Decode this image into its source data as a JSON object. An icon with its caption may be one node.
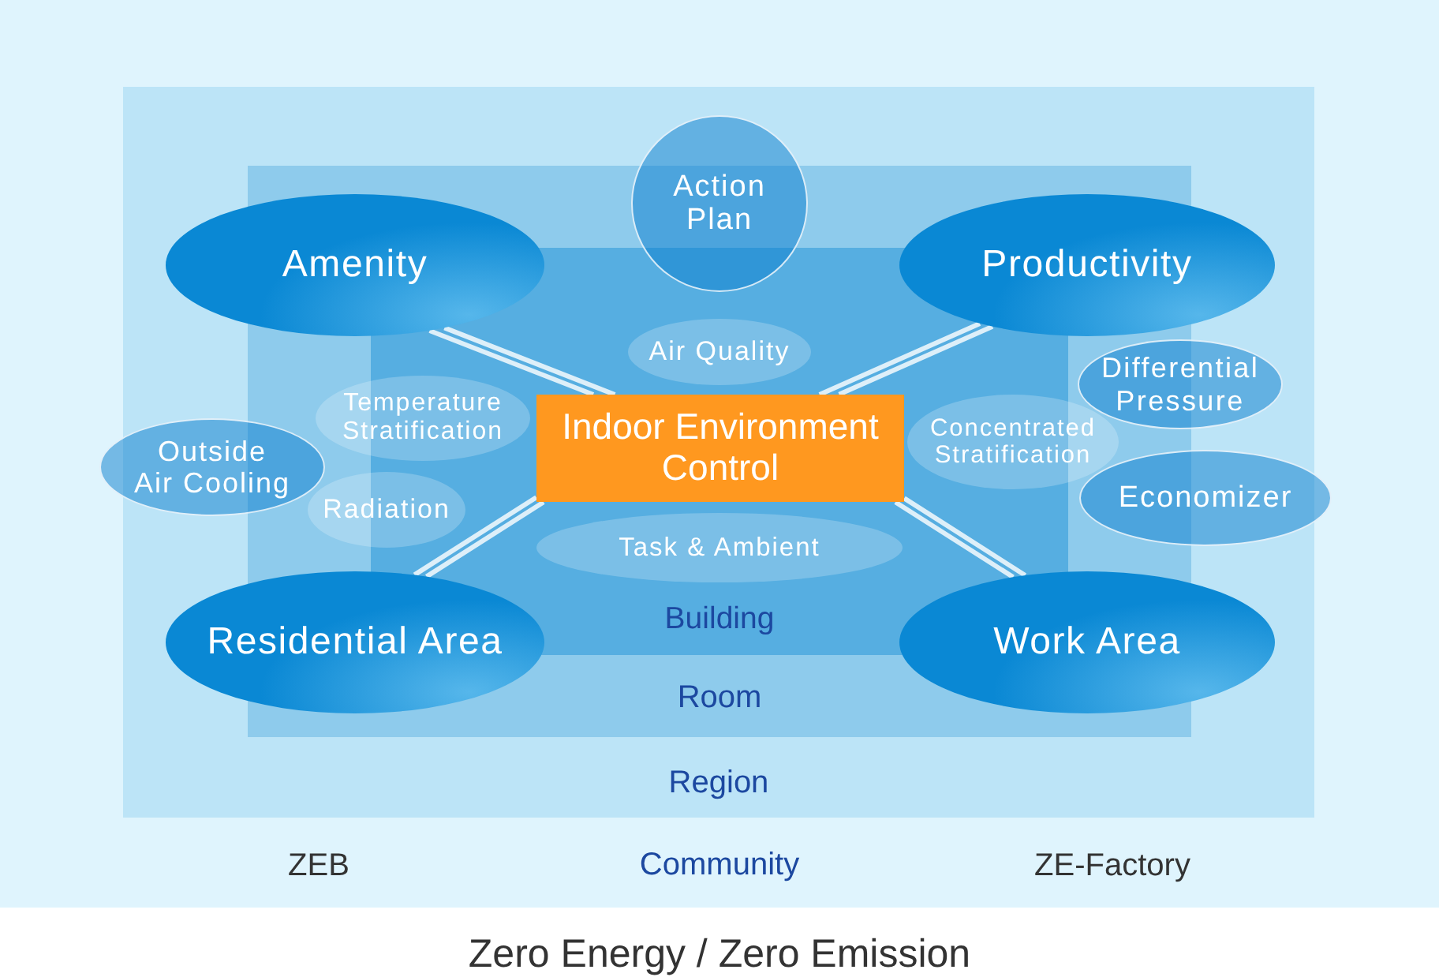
{
  "diagram": {
    "caption": "Zero Energy / Zero Emission",
    "nodes": [
      {
        "text": [
          "Community"
        ]
      },
      {
        "text": [
          "Region"
        ],
        "in": 0
      },
      {
        "text": [
          "Room"
        ],
        "in": 1
      },
      {
        "text": [
          "Building"
        ],
        "in": 2
      },
      {
        "text": [
          "Action Plan"
        ],
        "in": 1
      },
      {
        "text": [
          "Amenity"
        ],
        "in": 1
      },
      {
        "text": [
          "Productivity"
        ],
        "in": 1
      },
      {
        "text": [
          "Air Quality"
        ],
        "in": 3
      },
      {
        "text": [
          "Temperature Stratification"
        ],
        "in": 2
      },
      {
        "text": [
          "Indoor Environment Control"
        ],
        "in": 3
      },
      {
        "text": [
          "Concentrated Stratification"
        ],
        "in": 2
      },
      {
        "text": [
          "Differential Pressure"
        ],
        "in": 1
      },
      {
        "text": [
          "Outside Air Cooling"
        ],
        "in": 0
      },
      {
        "text": [
          "Radiation"
        ],
        "in": 2
      },
      {
        "text": [
          "Economizer"
        ],
        "in": 0
      },
      {
        "text": [
          "Task & Ambient"
        ],
        "in": 3
      },
      {
        "text": [
          "Residential Area"
        ],
        "in": 1
      },
      {
        "text": [
          "Work Area"
        ],
        "in": 1
      }
    ],
    "edges": [
      {
        "from": 5,
        "to": 9,
        "arrow": "none"
      },
      {
        "from": 6,
        "to": 9,
        "arrow": "none"
      },
      {
        "from": 16,
        "to": 9,
        "arrow": "none"
      },
      {
        "from": 17,
        "to": 9,
        "arrow": "none"
      }
    ],
    "labels": [
      "ZEB",
      "ZE-Factory"
    ]
  }
}
